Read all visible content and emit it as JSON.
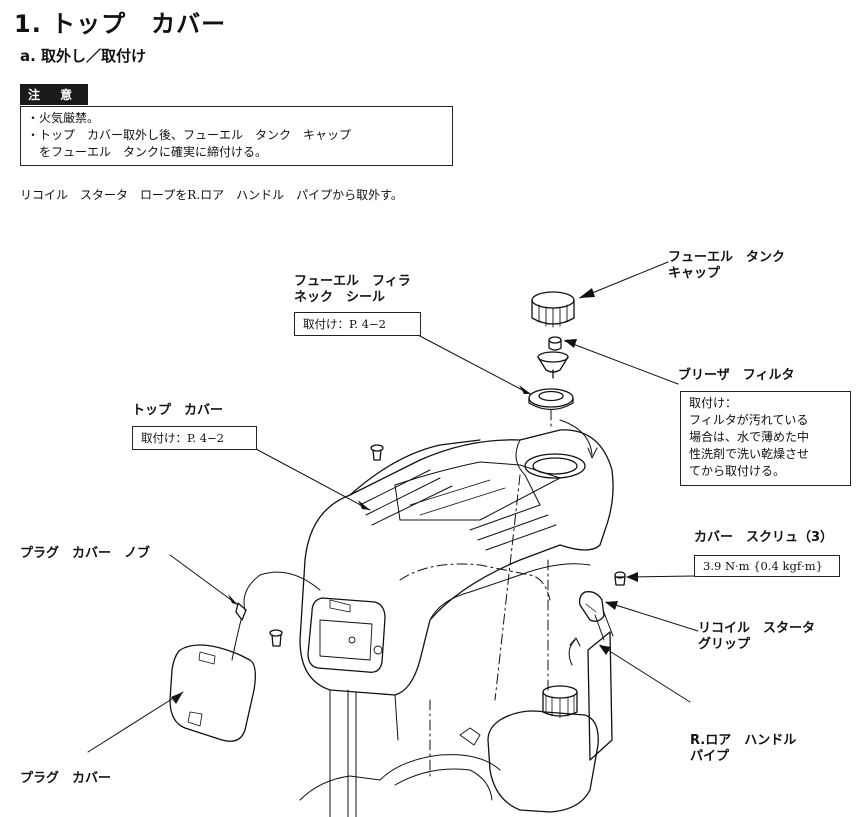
{
  "heading": {
    "title": "1. トップ　カバー",
    "subtitle": "a. 取外し／取付け"
  },
  "caution": {
    "tag": "注 意",
    "lines": [
      "・火気厳禁。",
      "・トップ　カバー取外し後、フューエル　タンク　キャップ",
      "　をフューエル　タンクに確実に締付ける。"
    ]
  },
  "intro": "リコイル　スタータ　ロープをR.ロア　ハンドル　パイプから取外す。",
  "callouts": {
    "fuel_tank_cap": "フューエル　タンク\nキャップ",
    "filler_neck_seal": {
      "label": "フューエル　フィラ\nネック　シール",
      "ref": "取付け：P. 4−2"
    },
    "breather_filter": {
      "label": "ブリーザ　フィルタ",
      "note_title": "取付け：",
      "note_lines": [
        "フィルタが汚れている",
        "場合は、水で薄めた中",
        "性洗剤で洗い乾燥させ",
        "てから取付ける。"
      ]
    },
    "top_cover": {
      "label": "トップ　カバー",
      "ref": "取付け：P. 4−2"
    },
    "cover_screw": {
      "label": "カバー　スクリュ（3）",
      "torque": "3.9 N·m {0.4 kgf·m}"
    },
    "plug_cover_knob": "プラグ　カバー　ノブ",
    "recoil_starter_grip": "リコイル　スタータ\nグリップ",
    "r_lower_handle_pipe": "R.ロア　ハンドル\nパイプ",
    "plug_cover": "プラグ　カバー"
  }
}
